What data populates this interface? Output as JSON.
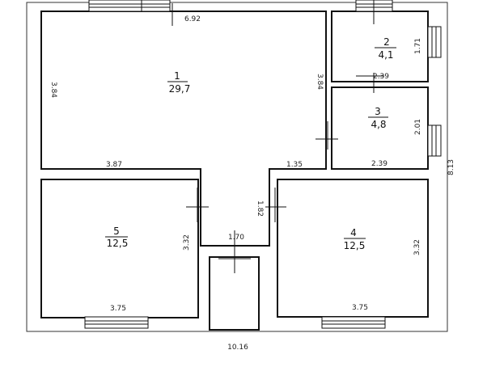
{
  "rooms": [
    {
      "number": "1",
      "area": "29,7"
    },
    {
      "number": "2",
      "area": "4,1"
    },
    {
      "number": "3",
      "area": "4,8"
    },
    {
      "number": "4",
      "area": "12,5"
    },
    {
      "number": "5",
      "area": "12,5"
    }
  ],
  "dimensions": {
    "room1_top": "6.92",
    "room1_left": "3.84",
    "room1_right": "3.84",
    "room1_bottom_left": "3.87",
    "room1_bottom_right": "1.35",
    "room2_right": "1.71",
    "room2_bottom": "2.39",
    "room3_right": "2.01",
    "room3_bottom": "2.39",
    "overall_height": "8.13",
    "corridor_height": "1.82",
    "corridor_width": "1.70",
    "room5_right": "3.32",
    "room5_bottom": "3.75",
    "room4_right": "3.32",
    "room4_bottom": "3.75",
    "overall_width": "10.16"
  }
}
